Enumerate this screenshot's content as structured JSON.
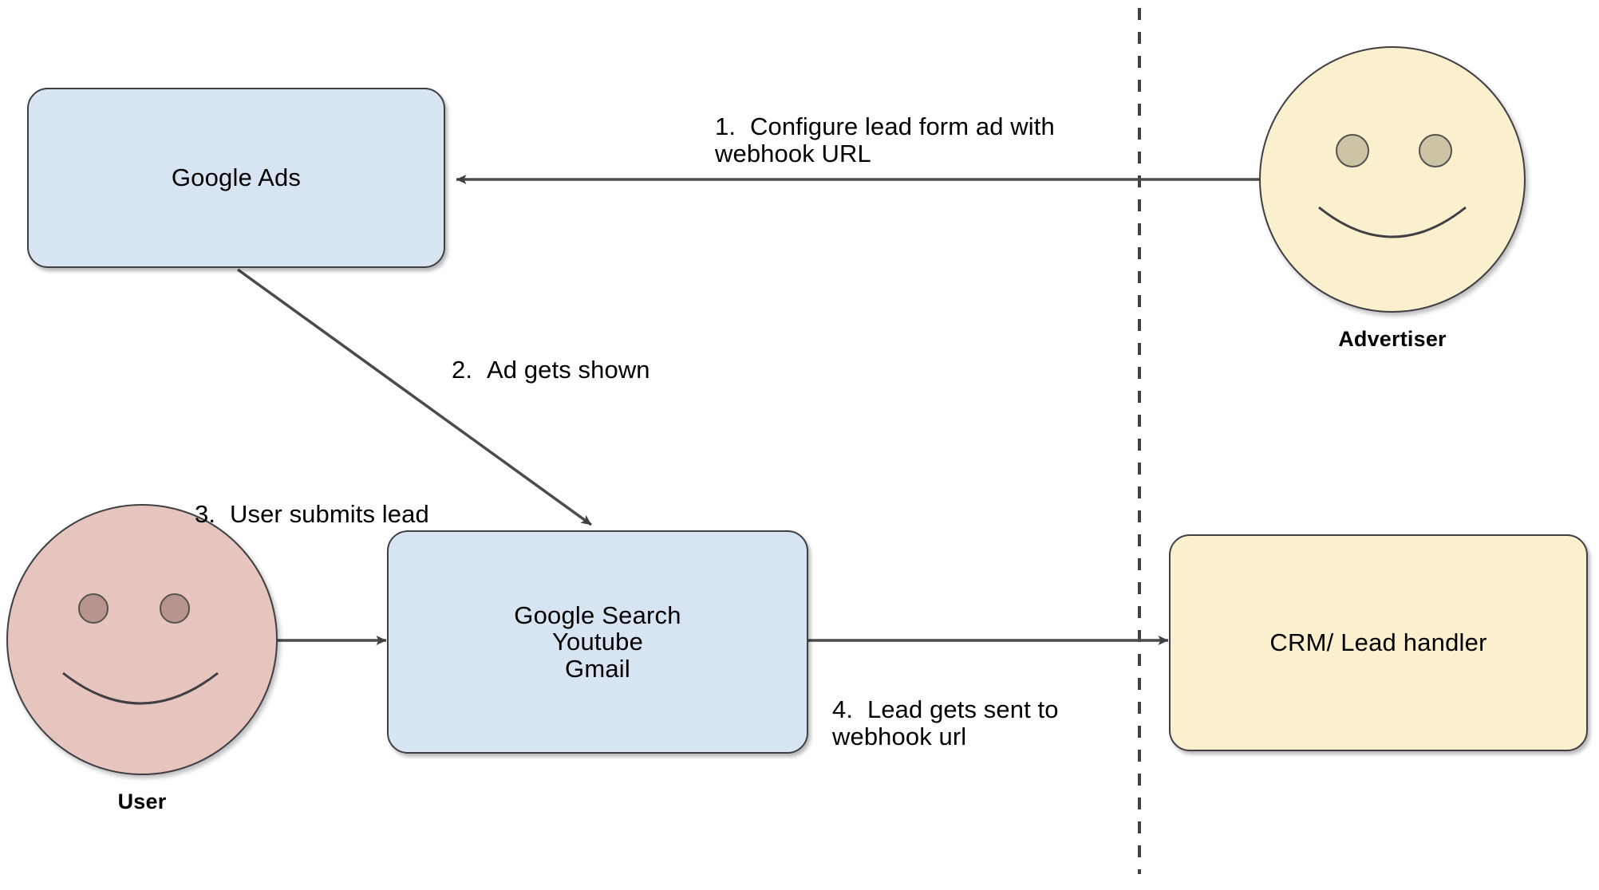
{
  "diagram": {
    "title_present": false,
    "colors": {
      "box_blue_fill": "#d7e5f3",
      "box_cream_fill": "#fbf0cd",
      "face_cream_fill": "#fbf0cd",
      "face_rose_fill": "#e7c5bf",
      "eye_cream_fill": "#cbc5a5",
      "eye_rose_fill": "#b89490",
      "stroke": "#3f3f44",
      "text": "#000000",
      "background": "#ffffff"
    }
  },
  "nodes": {
    "google_ads": {
      "label": "Google Ads"
    },
    "google_properties": {
      "label": "Google Search\nYoutube\nGmail"
    },
    "crm": {
      "label": "CRM/ Lead handler"
    },
    "advertiser": {
      "label": "Advertiser"
    },
    "user": {
      "label": "User"
    }
  },
  "steps": [
    {
      "number": "1.",
      "text": "Configure lead form ad with\nwebhook URL"
    },
    {
      "number": "2.",
      "text": "Ad gets shown"
    },
    {
      "number": "3.",
      "text": "User submits lead"
    },
    {
      "number": "4.",
      "text": "Lead gets sent to\nwebhook url"
    }
  ],
  "edges": [
    {
      "from": "advertiser",
      "to": "google_ads",
      "step": "1."
    },
    {
      "from": "google_ads",
      "to": "google_properties",
      "step": "2."
    },
    {
      "from": "user",
      "to": "google_properties",
      "step": "3."
    },
    {
      "from": "google_properties",
      "to": "crm",
      "step": "4."
    }
  ],
  "divider": {
    "style": "dashed",
    "orientation": "vertical"
  }
}
